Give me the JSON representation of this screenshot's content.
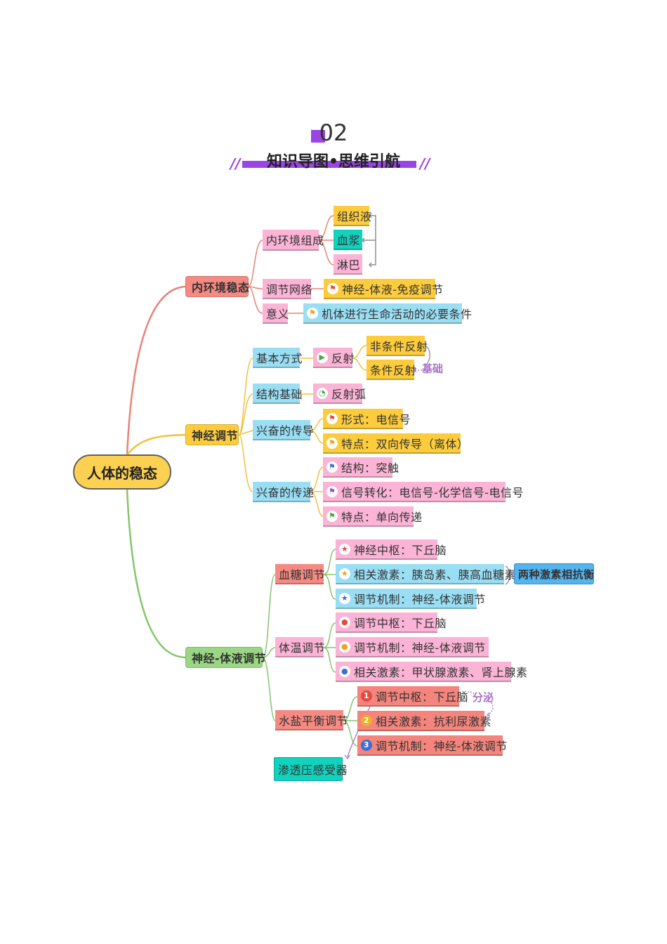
{
  "header": {
    "number": "02",
    "title": "知识导图•思维引航",
    "deco": "//"
  },
  "root": {
    "label": "人体的稳态"
  },
  "branches": {
    "b1": {
      "label": "内环境稳态",
      "color": "#e98276",
      "c1": {
        "label": "内环境组成",
        "items": [
          "组织液",
          "血浆",
          "淋巴"
        ]
      },
      "c2": {
        "label": "调节网络",
        "detail": "神经-体液-免疫调节"
      },
      "c3": {
        "label": "意义",
        "detail": "机体进行生命活动的必要条件"
      }
    },
    "b2": {
      "label": "神经调节",
      "color": "#f0c240",
      "c1": {
        "label": "基本方式",
        "detail": "反射",
        "items": [
          "非条件反射",
          "条件反射"
        ],
        "note": "基础"
      },
      "c2": {
        "label": "结构基础",
        "detail": "反射弧"
      },
      "c3": {
        "label": "兴奋的传导",
        "items": [
          "形式：电信号",
          "特点：双向传导（离体）"
        ]
      },
      "c4": {
        "label": "兴奋的传递",
        "items": [
          "结构：突触",
          "信号转化：电信号-化学信号-电信号",
          "特点：单向传递"
        ]
      }
    },
    "b3": {
      "label": "神经-体液调节",
      "color": "#86c56c",
      "c1": {
        "label": "血糖调节",
        "items": [
          "神经中枢：下丘脑",
          "相关激素：胰岛素、胰高血糖素",
          "调节机制：神经-体液调节"
        ],
        "summary": "两种激素相抗衡"
      },
      "c2": {
        "label": "体温调节",
        "items": [
          "调节中枢：下丘脑",
          "调节机制：神经-体液调节",
          "相关激素：甲状腺激素、肾上腺素"
        ]
      },
      "c3": {
        "label": "水盐平衡调节",
        "items": [
          "调节中枢：下丘脑",
          "相关激素：抗利尿激素",
          "调节机制：神经-体液调节"
        ],
        "note": "分泌",
        "receptor": "渗透压感受器"
      }
    }
  },
  "colors": {
    "pink": "#fbb3d6",
    "yellow": "#fccc3d",
    "blue": "#99def3",
    "teal": "#10d3bd",
    "salmon": "#f58a82",
    "purple": "#9b45e4"
  }
}
